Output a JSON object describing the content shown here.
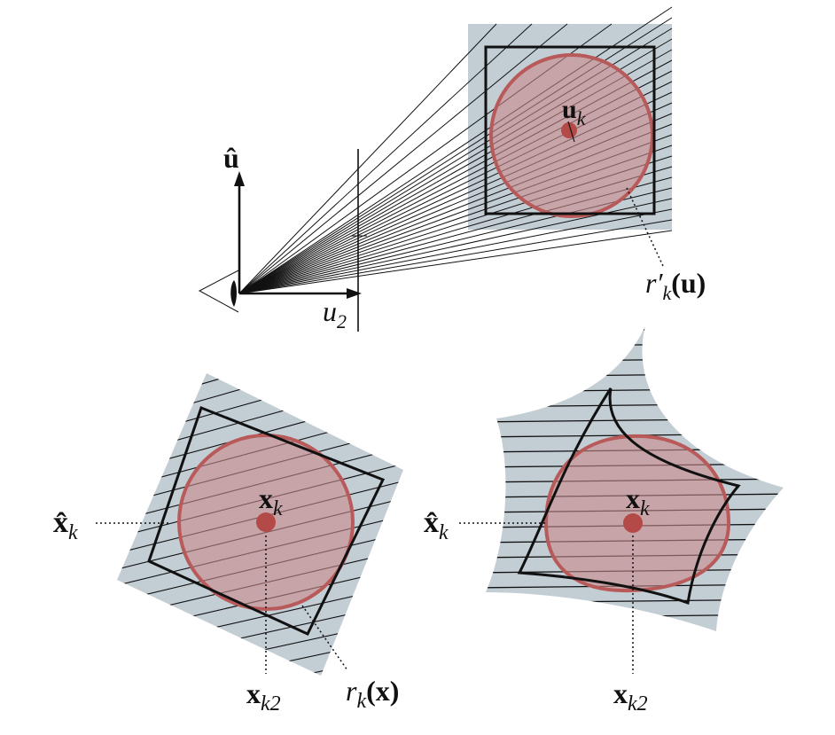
{
  "colors": {
    "panel": "#c3cdd4",
    "circle_fill": "#c9898a",
    "circle_stroke": "#b85a5a",
    "center_dot": "#b34a48",
    "ink": "#111111"
  },
  "labels": {
    "u_hat": {
      "main": "û"
    },
    "u2": {
      "main": "u",
      "sub": "2"
    },
    "u_k": {
      "main": "u",
      "sub": "k"
    },
    "r_prime": {
      "main": "r′",
      "sub": "k",
      "tail": "(u)"
    },
    "x_hat_left": {
      "main": "x̂",
      "sub": "k"
    },
    "x_k_left": {
      "main": "x",
      "sub": "k"
    },
    "x_k2_left": {
      "main": "x",
      "sub": "k2"
    },
    "r_k": {
      "main": "r",
      "sub": "k",
      "tail": "(x)"
    },
    "x_hat_right": {
      "main": "x̂",
      "sub": "k"
    },
    "x_k_right": {
      "main": "x",
      "sub": "k"
    },
    "x_k2_right": {
      "main": "x",
      "sub": "k2"
    }
  }
}
